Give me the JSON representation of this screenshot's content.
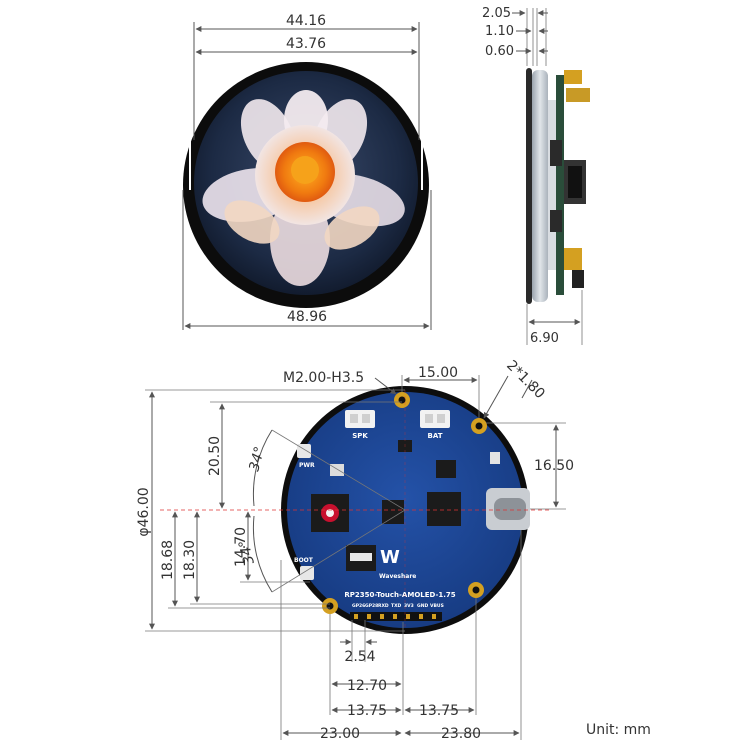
{
  "top_view": {
    "dims": {
      "outer_top": "44.16",
      "inner_top": "43.76",
      "bottom_width": "48.96"
    }
  },
  "side_view": {
    "dims": {
      "d1": "2.05",
      "d2": "1.10",
      "d3": "0.60",
      "thickness": "6.90"
    }
  },
  "board_view": {
    "callouts": {
      "mount_hole": "M2.00-H3.5",
      "top_span": "15.00",
      "right_holes": "2*1.80",
      "usb_height": "16.50",
      "diameter": "φ46.00",
      "upper_left": "20.50",
      "angle_top": "34°",
      "angle_bottom": "34°",
      "left_a": "18.68",
      "left_b": "18.30",
      "left_c": "14.70",
      "pin_pitch": "2.54",
      "pin_span": "12.70",
      "half_left": "13.75",
      "half_right": "13.75",
      "bottom_left": "23.00",
      "bottom_right": "23.80"
    },
    "silkscreen": {
      "spk": "SPK",
      "bat": "BAT",
      "pwr": "PWR",
      "boot": "BOOT",
      "model": "RP2350-Touch-AMOLED-1.75",
      "brand": "Waveshare",
      "pins": [
        "GP26",
        "GP28",
        "RXD",
        "TXD",
        "3V3",
        "GND",
        "VBUS"
      ]
    },
    "unit": "Unit: mm"
  },
  "colors": {
    "pcb": "#1a3f8a",
    "bezel": "#111111",
    "petal": "#f3e6df",
    "petal_core": "#f08a1a",
    "screen_bg": "#1c2a44",
    "side_body": "#c9cfd6",
    "gold": "#d4a021"
  }
}
